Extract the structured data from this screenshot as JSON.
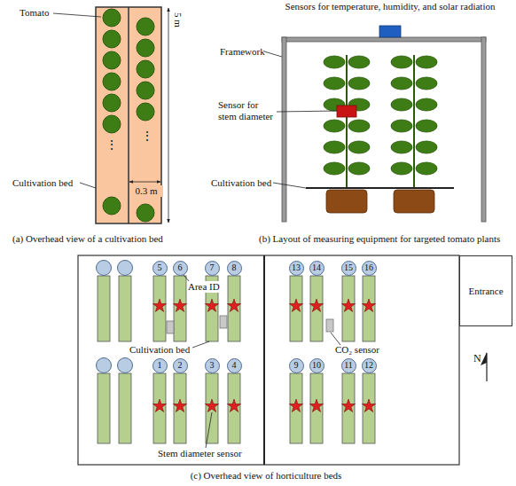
{
  "diagram": {
    "nodes": [
      {
        "text": [
          "5"
        ]
      },
      {
        "text": [
          "6"
        ]
      },
      {
        "text": [
          "7"
        ]
      },
      {
        "text": [
          "8"
        ]
      },
      {
        "text": [
          "13"
        ]
      },
      {
        "text": [
          "14"
        ]
      },
      {
        "text": [
          "15"
        ]
      },
      {
        "text": [
          "16"
        ]
      },
      {
        "text": [
          "Entrance"
        ]
      },
      {
        "text": [
          "1"
        ]
      },
      {
        "text": [
          "2"
        ]
      },
      {
        "text": [
          "3"
        ]
      },
      {
        "text": [
          "4"
        ]
      },
      {
        "text": [
          "9"
        ]
      },
      {
        "text": [
          "10"
        ]
      },
      {
        "text": [
          "11"
        ]
      },
      {
        "text": [
          "12"
        ]
      }
    ],
    "labels": [
      "Tomato",
      "⋮",
      "⋮",
      "5 m",
      "0.3 m",
      "Cultivation bed",
      "(a) Overhead view of a cultivation bed",
      "Sensors for temperature, humidity, and solar radiation",
      "Framework",
      "Sensor for stem diameter",
      "Cultivation bed",
      "(b) Layout of measuring equipment for targeted tomato plants",
      "Area ID",
      "Cultivation bed",
      "CO₂ sensor",
      "Stem diameter sensor",
      "N",
      "(c) Overhead view of horticulture beds"
    ]
  }
}
